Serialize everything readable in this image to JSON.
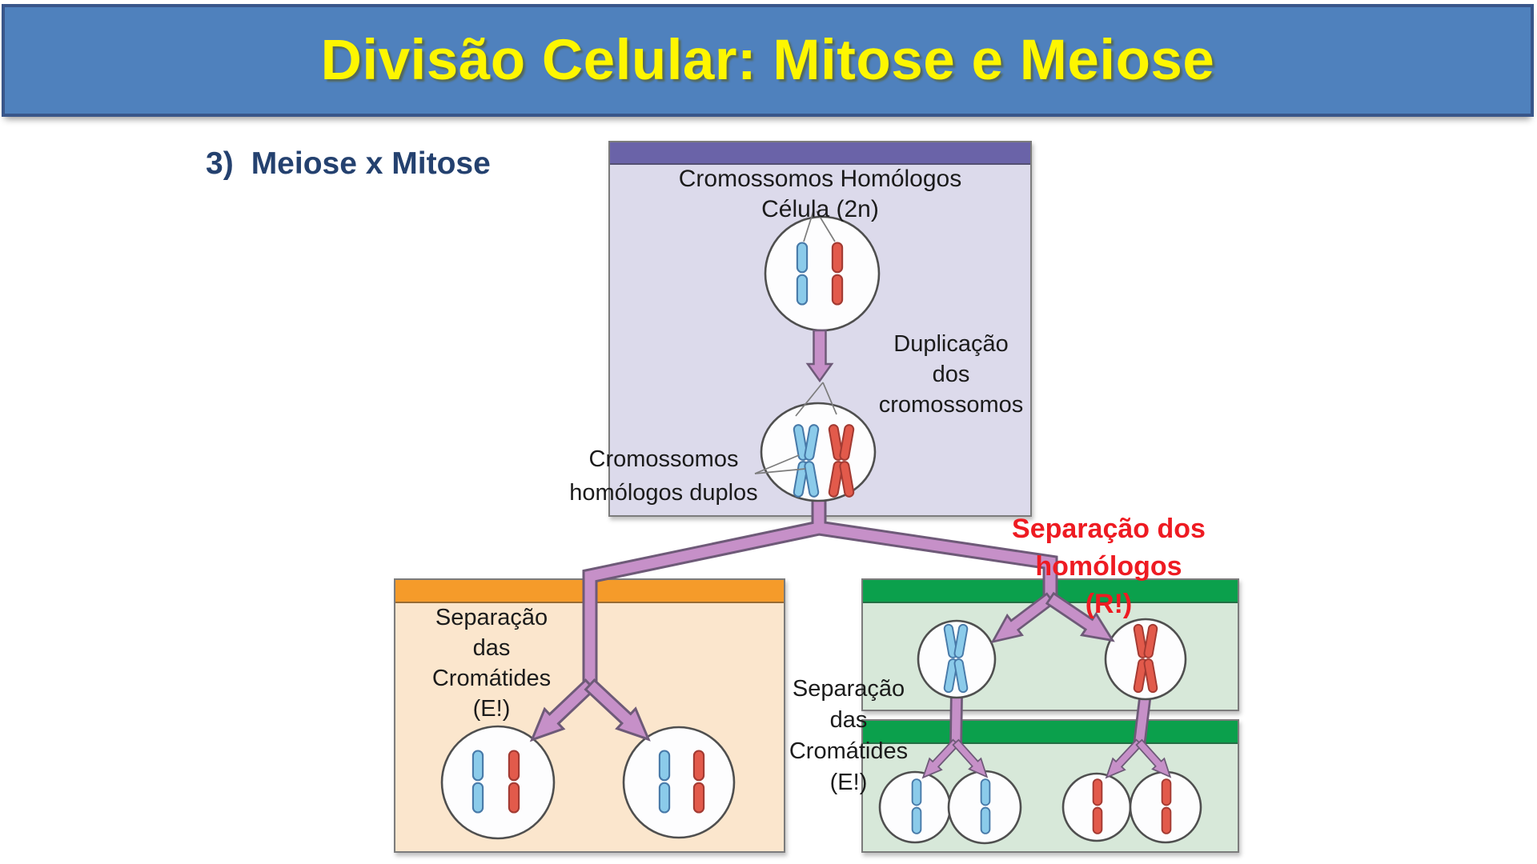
{
  "slide": {
    "title": "Divisão Celular: Mitose e Meiose",
    "heading_number": "3)",
    "heading_text": "Meiose x Mitose"
  },
  "diagram": {
    "top_box_title": [
      "Cromossomos Homólogos",
      "Célula (2n)"
    ],
    "duplication_label": [
      "Duplicação",
      "dos",
      "cromossomos"
    ],
    "homologous_duplicated_label": [
      "Cromossomos",
      "homólogos duplos"
    ],
    "homolog_separation_label": [
      "Separação dos homólogos",
      "(R!)"
    ],
    "mitosis_chromatid_separation_label": [
      "Separação",
      "das",
      "Cromátides",
      "(E!)"
    ],
    "meiosis_chromatid_separation_label": [
      "Separação",
      "das",
      "Cromátides",
      "(E!)"
    ]
  },
  "colors": {
    "title_bar_bg": "#4f81bd",
    "title_bar_border": "#39568a",
    "title_text": "#fef600",
    "heading_text": "#24416f",
    "label_text": "#1b1b1b",
    "red_text": "#ee1b22",
    "box_border": "#7c7c7c",
    "purple_header": "#6a63a8",
    "purple_body": "#dcdaeb",
    "orange_header": "#f59b2a",
    "orange_body": "#fbe6cd",
    "green_header": "#0ba04c",
    "green_body": "#d7e8d9",
    "arrow_fill": "#c690c8",
    "arrow_outline": "#6e5a78",
    "chr_blue": "#8bcbea",
    "chr_blue_outline": "#4779a8",
    "chr_red": "#e25a4b",
    "chr_red_outline": "#a23a32",
    "cell_fill": "#fdfdfe",
    "cell_outline": "#4f4f4f"
  }
}
